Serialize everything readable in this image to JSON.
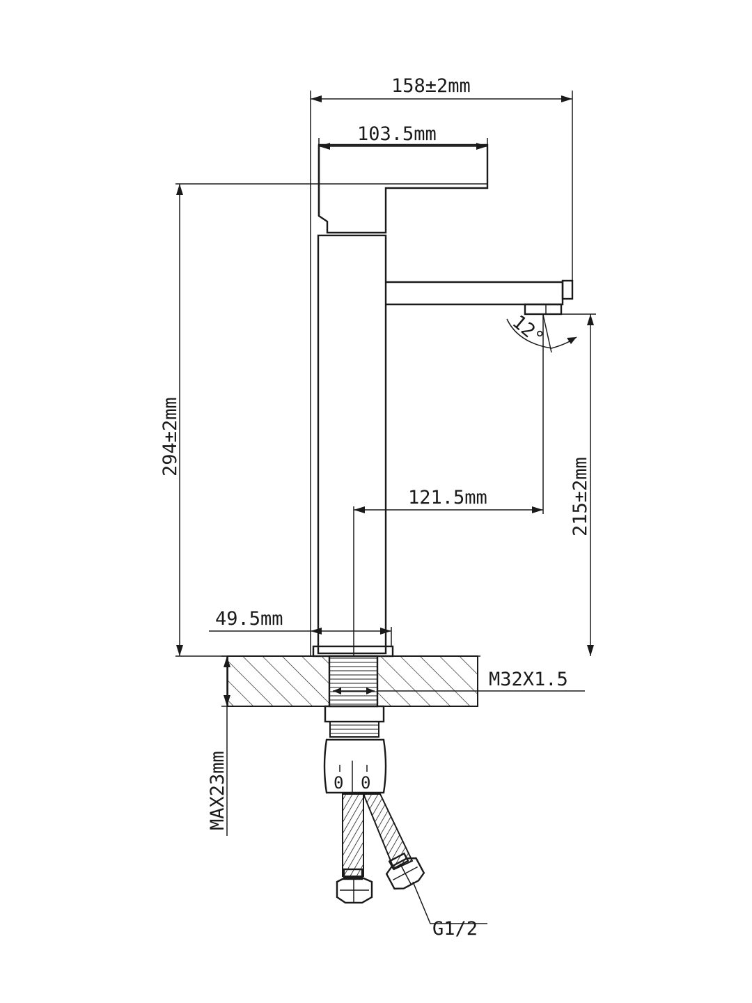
{
  "dimensions": {
    "overall_width": "158±2mm",
    "handle_length": "103.5mm",
    "total_height": "294±2mm",
    "spout_height": "215±2mm",
    "spout_reach": "121.5mm",
    "base_diameter": "49.5mm",
    "thread": "M32X1.5",
    "max_thickness": "MAX23mm",
    "hose_connection": "G1/2",
    "angle": "12°"
  },
  "body_marks": {
    "left": "0",
    "right": "0"
  }
}
